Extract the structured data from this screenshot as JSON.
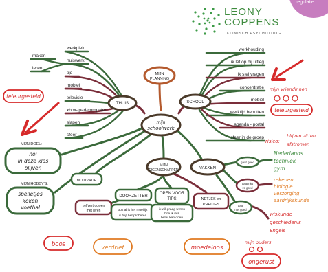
{
  "header": {
    "badge": "regulatie",
    "logo_line1": "LEONY",
    "logo_line2": "COPPENS",
    "logo_sub": "KLINISCH PSYCHOLOOG"
  },
  "center": {
    "line1": "mijn",
    "line2": "schoolwerk"
  },
  "planning": {
    "line1": "MIJN",
    "line2": "PLANNING"
  },
  "thuis": {
    "label": "THUIS",
    "branches": [
      "werkplek",
      "huiswerk",
      "tijd",
      "mobiel",
      "televisie",
      "xbox-ipad-computer",
      "slapen",
      "sfeer"
    ],
    "sub": [
      "maken",
      "leren"
    ]
  },
  "school": {
    "label": "SCHOOL",
    "branches": [
      "werkhouding",
      "ik let op bij uitleg",
      "ik stel vragen",
      "concentratie",
      "mobiel",
      "werktijd benutten",
      "agenda - portal",
      "sfeer in de groep"
    ]
  },
  "annotations": {
    "teleurgesteld_left": "teleurgesteld",
    "vriendinnen": "mijn vriendinnen",
    "teleurgesteld_right": "teleurgesteld",
    "risico": "risico:",
    "blijven1": "blijven zitten",
    "blijven2": "afstromen",
    "boos": "boos",
    "verdriet": "verdriet",
    "moedeloos": "moedeloos",
    "ouders": "mijn ouders",
    "ongerust": "ongerust"
  },
  "doel": {
    "title": "MIJN DOEL:",
    "lines": [
      "hoi",
      "in deze klas",
      "blijven"
    ]
  },
  "hobbys": {
    "title": "MIJN HOBBY'S:",
    "lines": [
      "spelletjes",
      "koken",
      "voetbal"
    ]
  },
  "motivatie": "MOTIVATIE",
  "eigenschappen": {
    "line1": "MIJN",
    "line2": "EIGENSCHAPPEN"
  },
  "zelfvertrouwen": {
    "line1": "zelfvertrouwen",
    "line2": "met leren"
  },
  "doorzetter": {
    "label": "DOORZETTER",
    "line1": "ook al is het moeilijk",
    "line2": "ik blijf het proberen"
  },
  "openvoor": {
    "l1": "OPEN VOOR",
    "l2": "TIPS",
    "n1": "ik wil graag weten",
    "n2": "hoe ik iets",
    "n3": "beter kan doen"
  },
  "netjes": {
    "line1": "NETJES en",
    "line2": "PRECIES"
  },
  "vakken": {
    "label": "VAKKEN",
    "gaat_goed": "gaat goed",
    "goed_list": [
      "Nederlands",
      "techniek",
      "gym"
    ],
    "niet_goed1": "gaat niet",
    "niet_goed2": "zo goed",
    "niet_list": [
      "rekenen",
      "biologie",
      "verzorging",
      "aardrijkskunde"
    ],
    "slecht1": "gaat",
    "slecht2": "niet goed",
    "slecht_list": [
      "wiskunde",
      "geschiedenis",
      "Engels"
    ]
  }
}
